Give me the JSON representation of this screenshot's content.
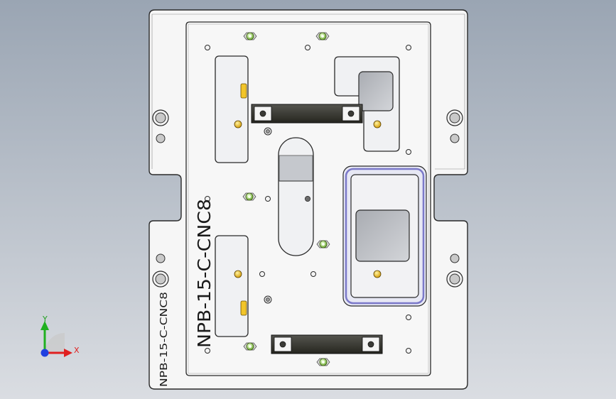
{
  "part": {
    "engraving_main": "NPB-15-C-CNC8",
    "engraving_side": "NPB-15-C-CNC8"
  },
  "triad": {
    "x_label": "X",
    "y_label": "Y"
  },
  "colors": {
    "background_top": "#9ba6b4",
    "background_bottom": "#d7dbe1",
    "plate": "#f6f6f6",
    "outline": "#2a2a2a",
    "slot_fill": "#e9ecf1",
    "pocket_dark": "#b9bcc1",
    "clamp_bar": "#3a3a36",
    "pin_yellow": "#f0c020",
    "pin_green": "#8cc63f",
    "frame_purple": "#7a78c8",
    "axis_x": "#e02020",
    "axis_y": "#20b020",
    "axis_z": "#2040e0"
  }
}
